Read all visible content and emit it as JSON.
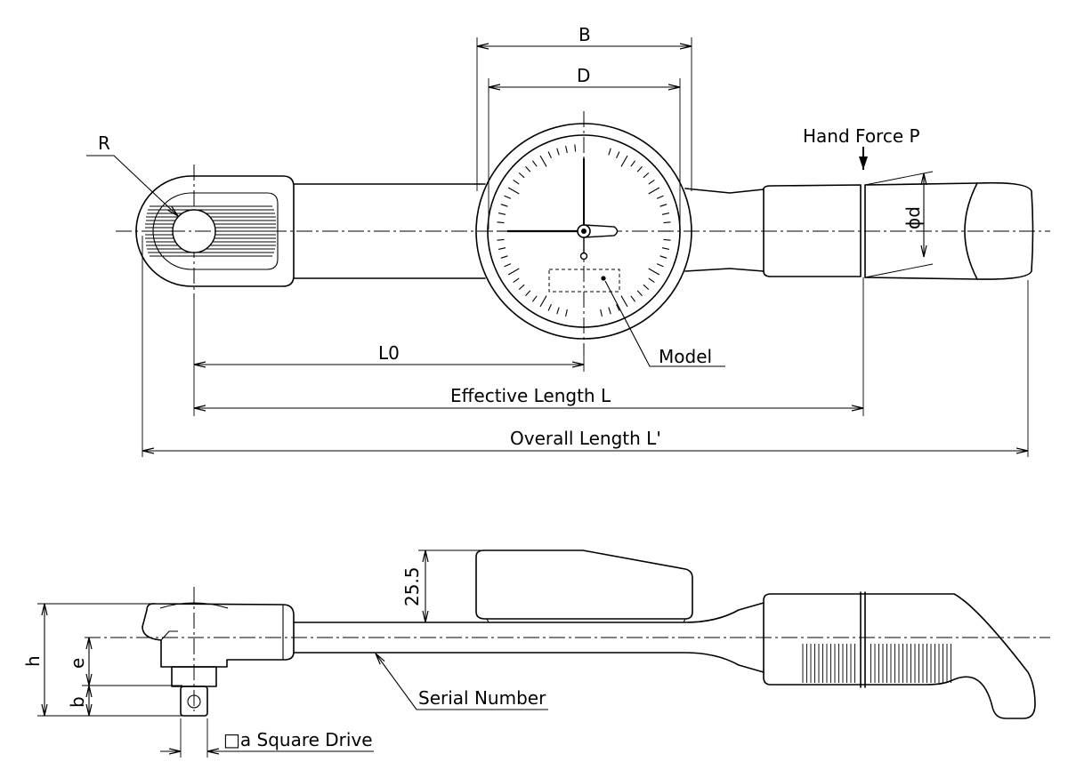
{
  "labels": {
    "radius": "R",
    "width_b": "B",
    "dial_d": "D",
    "hand_force": "Hand Force P",
    "grip_dia": "ϕd",
    "model": "Model",
    "l0": "L0",
    "effective_length": "Effective Length L",
    "overall_length": "Overall Length L'",
    "gauge_height": "25.5",
    "height_h": "h",
    "dim_e": "e",
    "dim_b": "b",
    "serial_number": "Serial Number",
    "square_drive": "□a Square Drive"
  }
}
